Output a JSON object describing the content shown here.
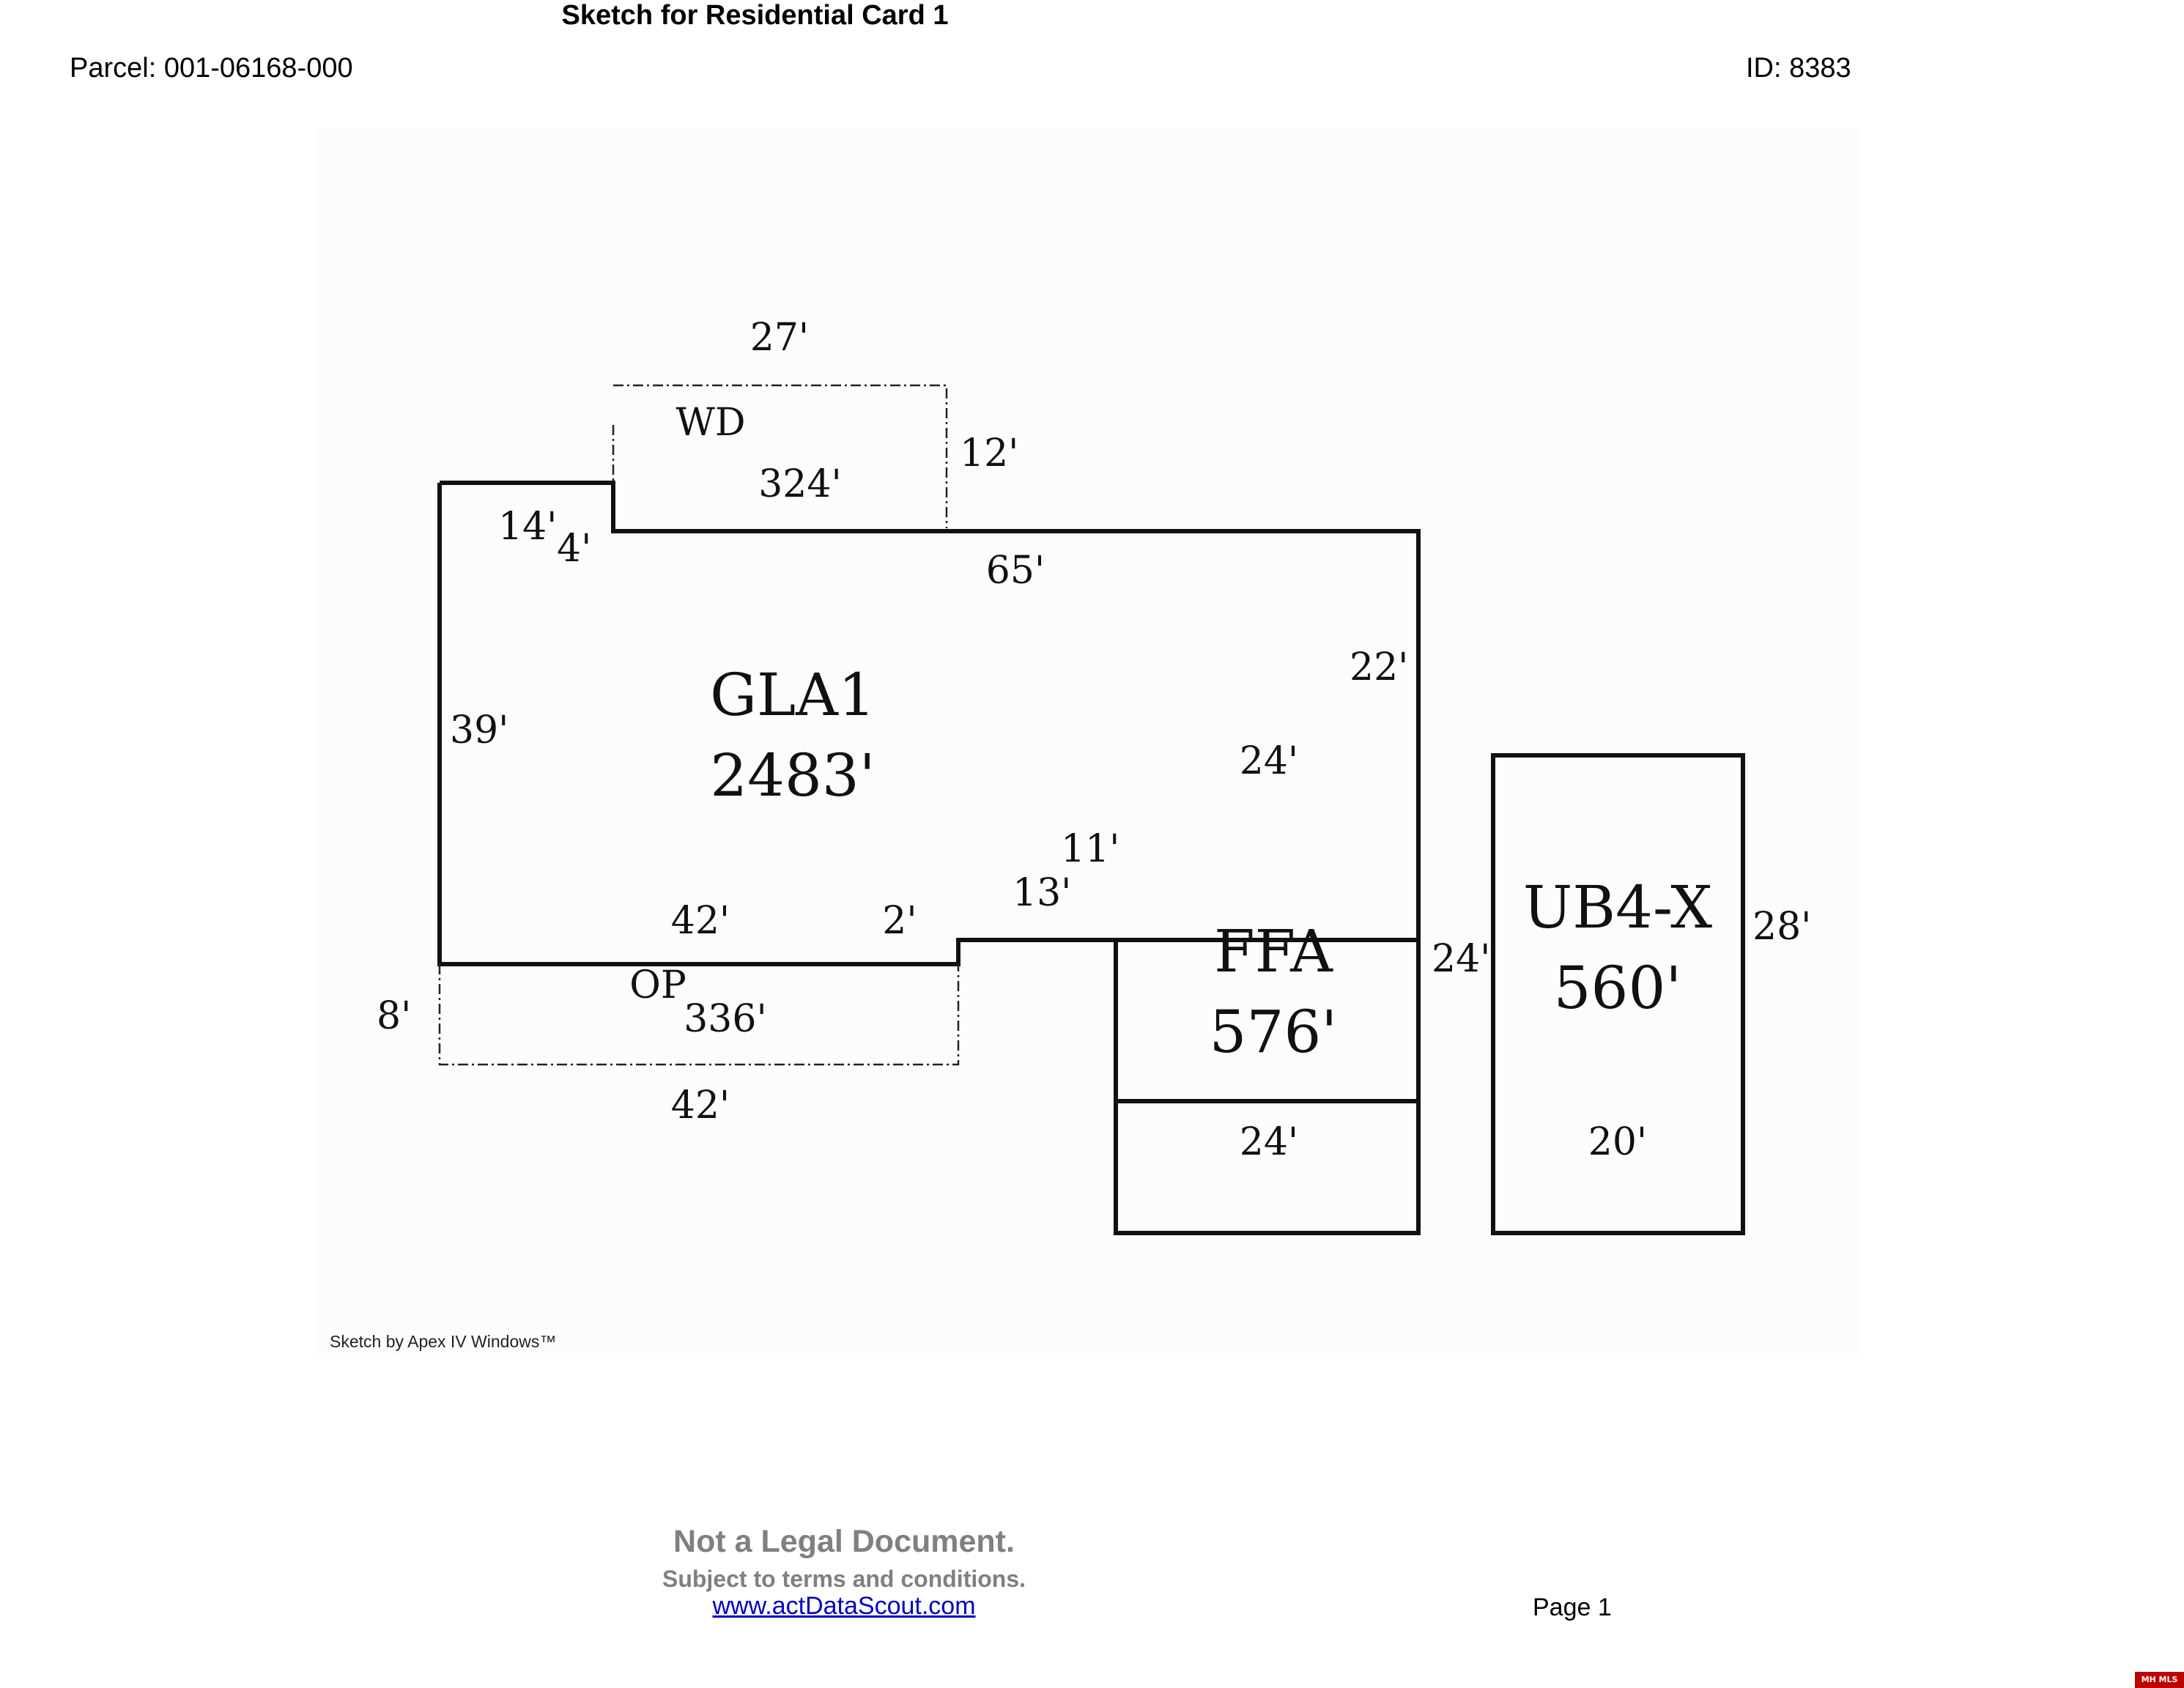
{
  "header": {
    "parcel": "Parcel:  001-06168-000",
    "id": "ID:  8383",
    "title": "Sketch for Residential Card 1"
  },
  "sketch": {
    "areas": {
      "wd_code": "WD",
      "wd_area": "324'",
      "gla_code": "GLA1",
      "gla_area": "2483'",
      "op_code": "OP",
      "op_area": "336'",
      "ffa_code": "FFA",
      "ffa_area": "576'",
      "ub_code": "UB4-X",
      "ub_area": "560'"
    },
    "dimensions": {
      "wd_top": "27'",
      "wd_right": "12'",
      "gla_left_top": "14'",
      "gla_step": "4'",
      "gla_top": "65'",
      "gla_right": "22'",
      "gla_left": "39'",
      "ffa_top": "24'",
      "notch_v": "11'",
      "notch_h": "13'",
      "gla_bottom": "42'",
      "gla_step_b": "2'",
      "op_left": "8'",
      "op_bottom": "42'",
      "ffa_right": "24'",
      "ffa_bottom": "24'",
      "ub_right": "28'",
      "ub_bottom": "20'"
    },
    "credit": "Sketch by Apex IV Windows™"
  },
  "footer": {
    "legal": "Not a Legal Document.",
    "terms": "Subject to terms and conditions.",
    "link": "www.actDataScout.com",
    "page": "Page 1",
    "badge": "MH MLS"
  }
}
